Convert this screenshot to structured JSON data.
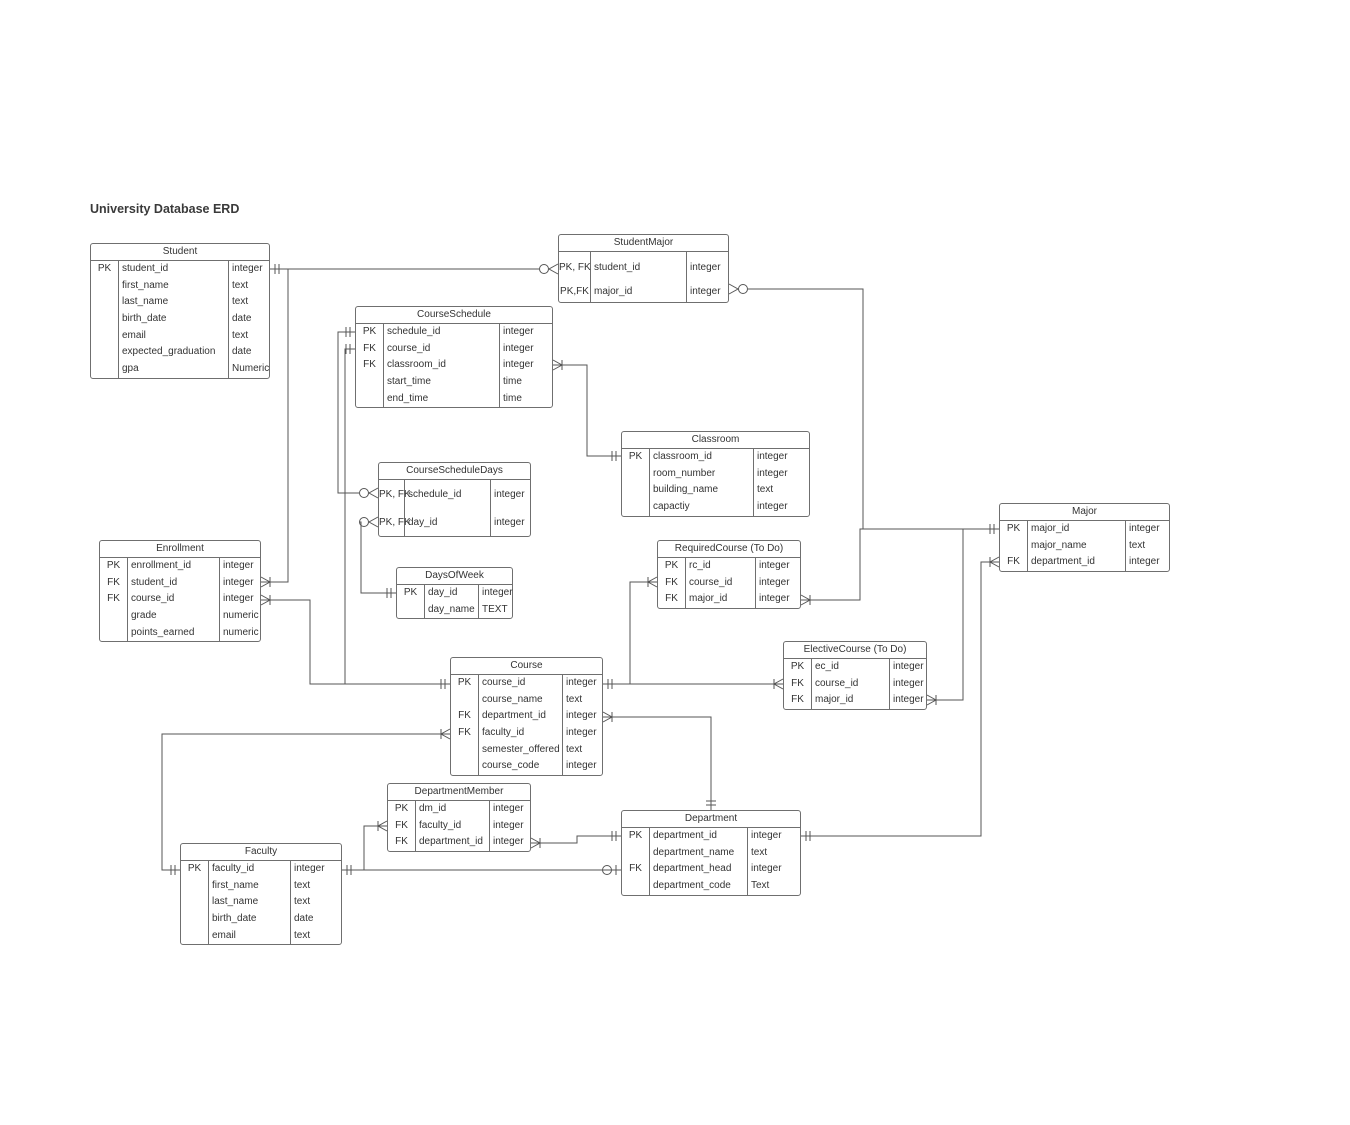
{
  "diagram": {
    "title": "University Database ERD",
    "entities": {
      "student": {
        "name": "Student",
        "rows": [
          {
            "key": "PK",
            "field": "student_id",
            "type": "integer"
          },
          {
            "key": "",
            "field": "first_name",
            "type": "text"
          },
          {
            "key": "",
            "field": "last_name",
            "type": "text"
          },
          {
            "key": "",
            "field": "birth_date",
            "type": "date"
          },
          {
            "key": "",
            "field": "email",
            "type": "text"
          },
          {
            "key": "",
            "field": "expected_graduation",
            "type": "date"
          },
          {
            "key": "",
            "field": "gpa",
            "type": "Numeric"
          }
        ]
      },
      "studentmajor": {
        "name": "StudentMajor",
        "rows": [
          {
            "key": "PK, FK",
            "field": "student_id",
            "type": "integer"
          },
          {
            "key": "PK,FK",
            "field": "major_id",
            "type": "integer"
          }
        ]
      },
      "courseschedule": {
        "name": "CourseSchedule",
        "rows": [
          {
            "key": "PK",
            "field": "schedule_id",
            "type": "integer"
          },
          {
            "key": "FK",
            "field": "course_id",
            "type": "integer"
          },
          {
            "key": "FK",
            "field": "classroom_id",
            "type": "integer"
          },
          {
            "key": "",
            "field": "start_time",
            "type": "time"
          },
          {
            "key": "",
            "field": "end_time",
            "type": "time"
          }
        ]
      },
      "classroom": {
        "name": "Classroom",
        "rows": [
          {
            "key": "PK",
            "field": "classroom_id",
            "type": "integer"
          },
          {
            "key": "",
            "field": "room_number",
            "type": "integer"
          },
          {
            "key": "",
            "field": "building_name",
            "type": "text"
          },
          {
            "key": "",
            "field": "capactiy",
            "type": "integer"
          }
        ]
      },
      "coursescheduledays": {
        "name": "CourseScheduleDays",
        "rows": [
          {
            "key": "PK, FK",
            "field": "schedule_id",
            "type": "integer"
          },
          {
            "key": "PK, FK",
            "field": "day_id",
            "type": "integer"
          }
        ]
      },
      "daysofweek": {
        "name": "DaysOfWeek",
        "rows": [
          {
            "key": "PK",
            "field": "day_id",
            "type": "integer"
          },
          {
            "key": "",
            "field": "day_name",
            "type": "TEXT"
          }
        ]
      },
      "major": {
        "name": "Major",
        "rows": [
          {
            "key": "PK",
            "field": "major_id",
            "type": "integer"
          },
          {
            "key": "",
            "field": "major_name",
            "type": "text"
          },
          {
            "key": "FK",
            "field": "department_id",
            "type": "integer"
          }
        ]
      },
      "enrollment": {
        "name": "Enrollment",
        "rows": [
          {
            "key": "PK",
            "field": "enrollment_id",
            "type": "integer"
          },
          {
            "key": "FK",
            "field": "student_id",
            "type": "integer"
          },
          {
            "key": "FK",
            "field": "course_id",
            "type": "integer"
          },
          {
            "key": "",
            "field": "grade",
            "type": "numeric"
          },
          {
            "key": "",
            "field": "points_earned",
            "type": "numeric"
          }
        ]
      },
      "requiredcourse": {
        "name": "RequiredCourse (To Do)",
        "rows": [
          {
            "key": "PK",
            "field": "rc_id",
            "type": "integer"
          },
          {
            "key": "FK",
            "field": "course_id",
            "type": "integer"
          },
          {
            "key": "FK",
            "field": "major_id",
            "type": "integer"
          }
        ]
      },
      "electivecourse": {
        "name": "ElectiveCourse (To Do)",
        "rows": [
          {
            "key": "PK",
            "field": "ec_id",
            "type": "integer"
          },
          {
            "key": "FK",
            "field": "course_id",
            "type": "integer"
          },
          {
            "key": "FK",
            "field": "major_id",
            "type": "integer"
          }
        ]
      },
      "course": {
        "name": "Course",
        "rows": [
          {
            "key": "PK",
            "field": "course_id",
            "type": "integer"
          },
          {
            "key": "",
            "field": "course_name",
            "type": "text"
          },
          {
            "key": "FK",
            "field": "department_id",
            "type": "integer"
          },
          {
            "key": "FK",
            "field": "faculty_id",
            "type": "integer"
          },
          {
            "key": "",
            "field": "semester_offered",
            "type": "text"
          },
          {
            "key": "",
            "field": "course_code",
            "type": "integer"
          }
        ]
      },
      "departmentmember": {
        "name": "DepartmentMember",
        "rows": [
          {
            "key": "PK",
            "field": "dm_id",
            "type": "integer"
          },
          {
            "key": "FK",
            "field": "faculty_id",
            "type": "integer"
          },
          {
            "key": "FK",
            "field": "department_id",
            "type": "integer"
          }
        ]
      },
      "department": {
        "name": "Department",
        "rows": [
          {
            "key": "PK",
            "field": "department_id",
            "type": "integer"
          },
          {
            "key": "",
            "field": "department_name",
            "type": "text"
          },
          {
            "key": "FK",
            "field": "department_head",
            "type": "integer"
          },
          {
            "key": "",
            "field": "department_code",
            "type": "Text"
          }
        ]
      },
      "faculty": {
        "name": "Faculty",
        "rows": [
          {
            "key": "PK",
            "field": "faculty_id",
            "type": "integer"
          },
          {
            "key": "",
            "field": "first_name",
            "type": "text"
          },
          {
            "key": "",
            "field": "last_name",
            "type": "text"
          },
          {
            "key": "",
            "field": "birth_date",
            "type": "date"
          },
          {
            "key": "",
            "field": "email",
            "type": "text"
          }
        ]
      }
    }
  }
}
